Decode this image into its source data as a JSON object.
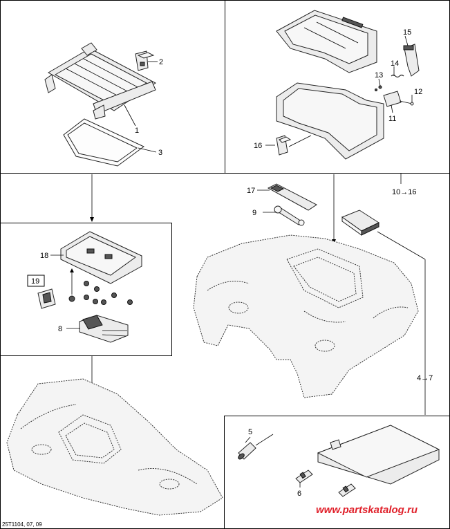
{
  "callouts": {
    "c1": "1",
    "c2": "2",
    "c3": "3",
    "c4to7": "4→7",
    "c5": "5",
    "c6": "6",
    "c8": "8",
    "c9": "9",
    "c10to16": "10→16",
    "c11": "11",
    "c12": "12",
    "c13": "13",
    "c14": "14",
    "c15": "15",
    "c16": "16",
    "c17": "17",
    "c18": "18",
    "c19": "19"
  },
  "footer": {
    "reference": "25T1104, 07, 09",
    "watermark": "www.partskatalog.ru"
  }
}
